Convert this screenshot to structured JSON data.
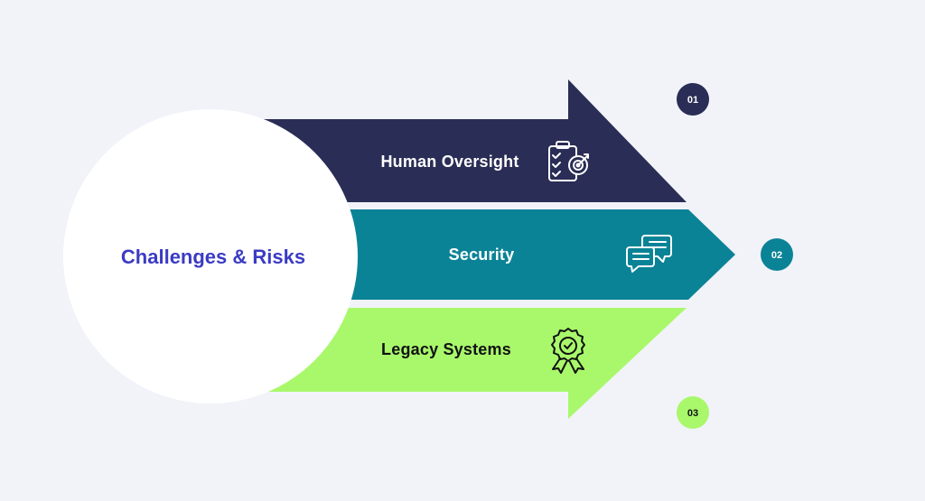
{
  "diagram": {
    "center_title": "Challenges & Risks",
    "items": [
      {
        "number": "01",
        "label": "Human Oversight",
        "icon": "clipboard-target-icon"
      },
      {
        "number": "02",
        "label": "Security",
        "icon": "chat-bubbles-icon"
      },
      {
        "number": "03",
        "label": "Legacy Systems",
        "icon": "award-badge-icon"
      }
    ]
  },
  "colors": {
    "background": "#f1f3f8",
    "navy": "#2a2d55",
    "teal": "#0b8396",
    "lime": "#a9f86c",
    "center_circle": "#ffffff",
    "center_text": "#3b3bc4"
  }
}
